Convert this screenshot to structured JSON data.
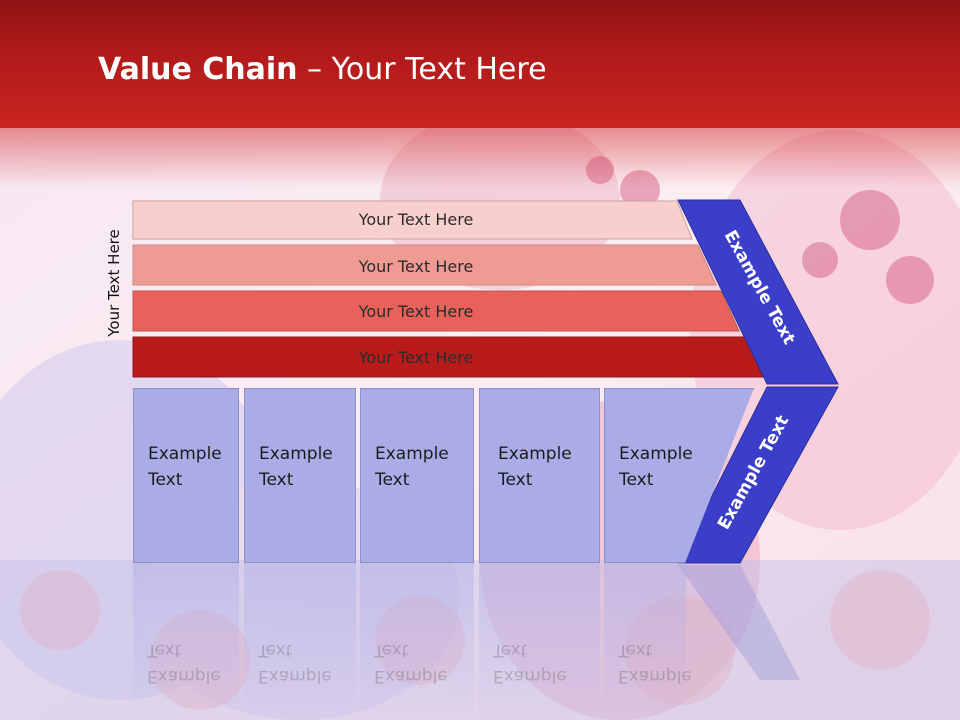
{
  "title": {
    "bold": "Value Chain",
    "rest": " – Your Text Here"
  },
  "side_label": "Your Text Here",
  "support_bars": [
    {
      "label": "Your Text Here",
      "color": "#f9cfcd"
    },
    {
      "label": "Your Text Here",
      "color": "#f09a94"
    },
    {
      "label": "Your Text Here",
      "color": "#e8625b"
    },
    {
      "label": "Your Text Here",
      "color": "#b81b1a"
    }
  ],
  "primary_columns": [
    {
      "line1": "Example",
      "line2": "Text"
    },
    {
      "line1": "Example",
      "line2": "Text"
    },
    {
      "line1": "Example",
      "line2": "Text"
    },
    {
      "line1": "Example",
      "line2": "Text"
    },
    {
      "line1": "Example",
      "line2": "Text"
    }
  ],
  "arrow_top_label": "Example Text",
  "arrow_bottom_label": "Example Text",
  "colors": {
    "header": "#b01a1a",
    "arrow": "#3a3ec8",
    "columns": "#aaace8"
  }
}
